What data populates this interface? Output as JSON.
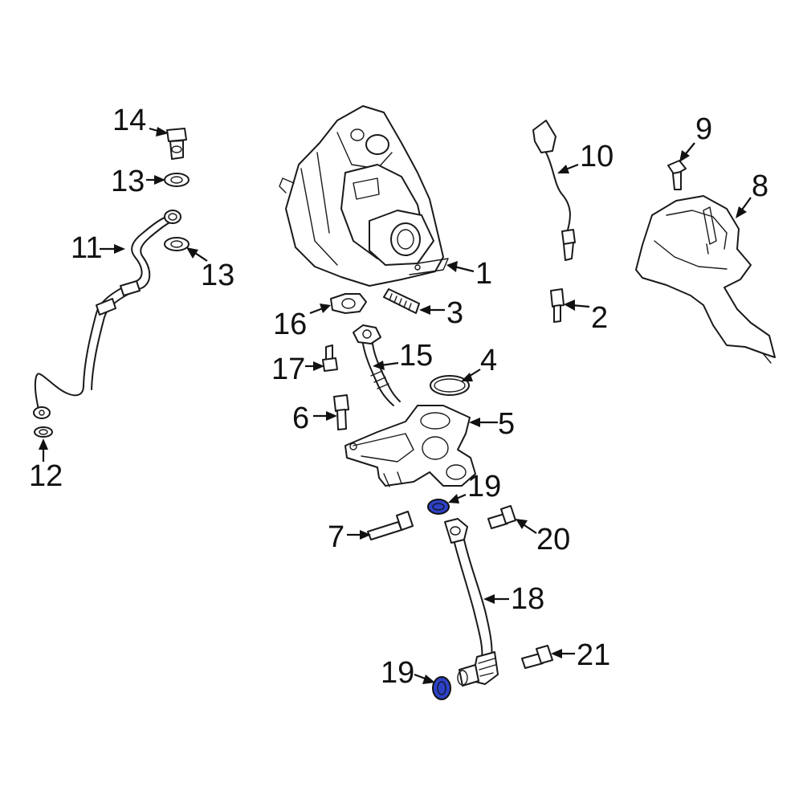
{
  "highlight_color": "#2d41c4",
  "callouts": {
    "c1": "1",
    "c2": "2",
    "c3": "3",
    "c4": "4",
    "c5": "5",
    "c6": "6",
    "c7": "7",
    "c8": "8",
    "c9": "9",
    "c10": "10",
    "c11": "11",
    "c12": "12",
    "c13a": "13",
    "c13b": "13",
    "c14": "14",
    "c15": "15",
    "c16": "16",
    "c17": "17",
    "c18": "18",
    "c19a": "19",
    "c19b": "19",
    "c20": "20",
    "c21": "21"
  }
}
